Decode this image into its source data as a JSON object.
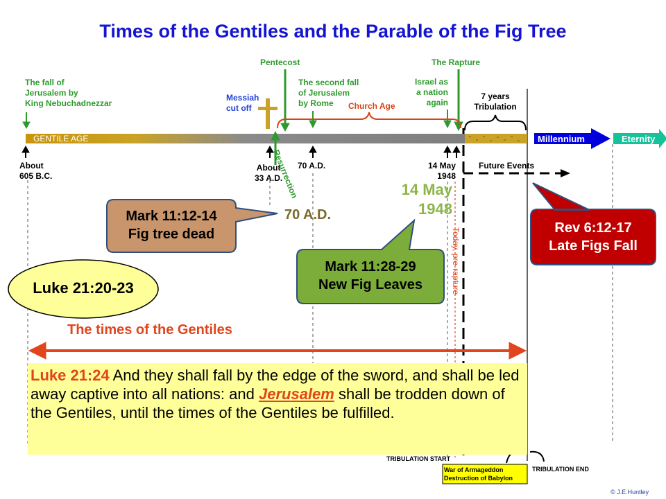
{
  "title": "Times of the Gentiles and the Parable of the Fig Tree",
  "timeline": {
    "gentile_age": "GENTILE AGE",
    "millennium": "Millennium",
    "eternity": "Eternity",
    "church_age": "Church Age",
    "seven_years": "7 years",
    "tribulation": "Tribulation",
    "future_events": "Future Events"
  },
  "events": {
    "fall_line1": "The fall of",
    "fall_line2": "Jerusalem by",
    "fall_line3": "King Nebuchadnezzar",
    "messiah_line1": "Messiah",
    "messiah_line2": "cut off",
    "pentecost": "Pentecost",
    "second_fall_line1": "The second fall",
    "second_fall_line2": "of Jerusalem",
    "second_fall_line3": "by Rome",
    "israel_line1": "Israel as",
    "israel_line2": "a nation",
    "israel_line3": "again",
    "rapture": "The Rapture",
    "resurrection": "Resurrection",
    "today": "Today, pre-rapture"
  },
  "dates": {
    "about605_line1": "About",
    "about605_line2": "605 B.C.",
    "about33_line1": "About",
    "about33_line2": "33 A.D.",
    "ad70": "70 A.D.",
    "may1948_line1": "14 May",
    "may1948_line2": "1948",
    "big_ad70": "70 A.D.",
    "big_may_line1": "14 May",
    "big_may_line2": "1948"
  },
  "callouts": {
    "mark1_line1": "Mark 11:12-14",
    "mark1_line2": "Fig tree dead",
    "mark2_line1": "Mark 11:28-29",
    "mark2_line2": "New Fig Leaves",
    "rev_line1": "Rev 6:12-17",
    "rev_line2": "Late Figs Fall",
    "luke": "Luke 21:20-23"
  },
  "times_of_gentiles": "The times of the Gentiles",
  "quote": {
    "ref": "Luke 21:24",
    "text1": "  And they shall fall by the edge of the sword, and shall be led away captive into all nations: and ",
    "jerusalem": "Jerusalem",
    "text2": " shall be trodden down of the Gentiles, until the times of the Gentiles be fulfilled."
  },
  "bottom": {
    "trib_start": "TRIBULATION START",
    "armageddon": "War of Armageddon",
    "babylon": "Destruction of Babylon",
    "trib_end": "TRIBULATION END",
    "copyright": "© J.E.Huntley"
  },
  "colors": {
    "title": "#1414d2",
    "green": "#2e9a2e",
    "gold": "#c9a227",
    "red": "#c00000"
  }
}
